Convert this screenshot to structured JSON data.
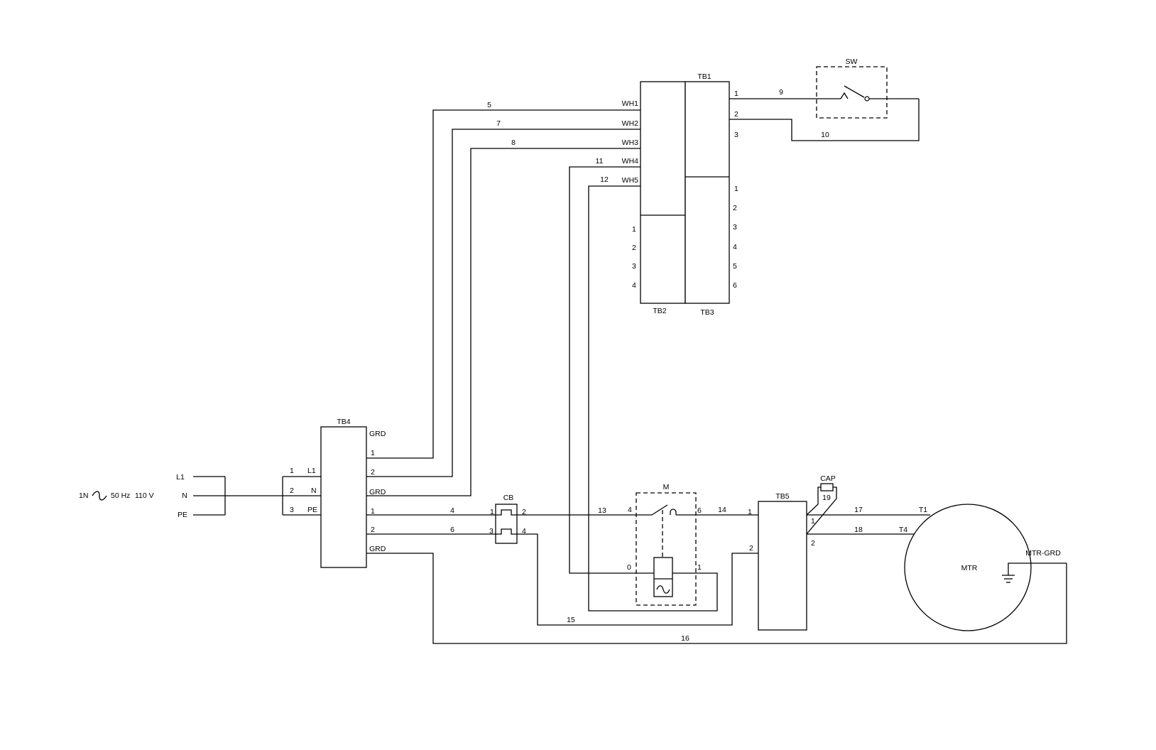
{
  "supply": {
    "spec_1n": "1N",
    "spec_freq": "50 Hz",
    "spec_volt": "110 V",
    "l1": "L1",
    "n": "N",
    "pe": "PE"
  },
  "tb4": {
    "title": "TB4",
    "left_nums": [
      "1",
      "2",
      "3"
    ],
    "left_names": [
      "L1",
      "N",
      "PE"
    ],
    "right": [
      "GRD",
      "1",
      "2",
      "GRD",
      "1",
      "2",
      "GRD"
    ]
  },
  "tb1": {
    "title": "TB1",
    "left": [
      "WH1",
      "WH2",
      "WH3",
      "WH4",
      "WH5"
    ],
    "right": [
      "1",
      "2",
      "3"
    ]
  },
  "tb2": {
    "title": "TB2",
    "pins": [
      "1",
      "2",
      "3",
      "4"
    ]
  },
  "tb3": {
    "title": "TB3",
    "pins": [
      "1",
      "2",
      "3",
      "4",
      "5",
      "6"
    ]
  },
  "sw": {
    "title": "SW"
  },
  "cb": {
    "title": "CB",
    "pins": [
      "1",
      "2",
      "3",
      "4"
    ]
  },
  "m": {
    "title": "M",
    "pins": [
      "4",
      "6",
      "0",
      "1"
    ]
  },
  "tb5": {
    "title": "TB5",
    "left": [
      "1",
      "2"
    ],
    "right": [
      "1",
      "2"
    ]
  },
  "cap": {
    "title": "CAP",
    "id": "19"
  },
  "mtr": {
    "title": "MTR",
    "t1": "T1",
    "t4": "T4",
    "grd": "MTR-GRD"
  },
  "wires": {
    "w4": "4",
    "w5": "5",
    "w6": "6",
    "w7": "7",
    "w8": "8",
    "w9": "9",
    "w10": "10",
    "w11": "11",
    "w12": "12",
    "w13": "13",
    "w14": "14",
    "w15": "15",
    "w16": "16",
    "w17": "17",
    "w18": "18"
  }
}
